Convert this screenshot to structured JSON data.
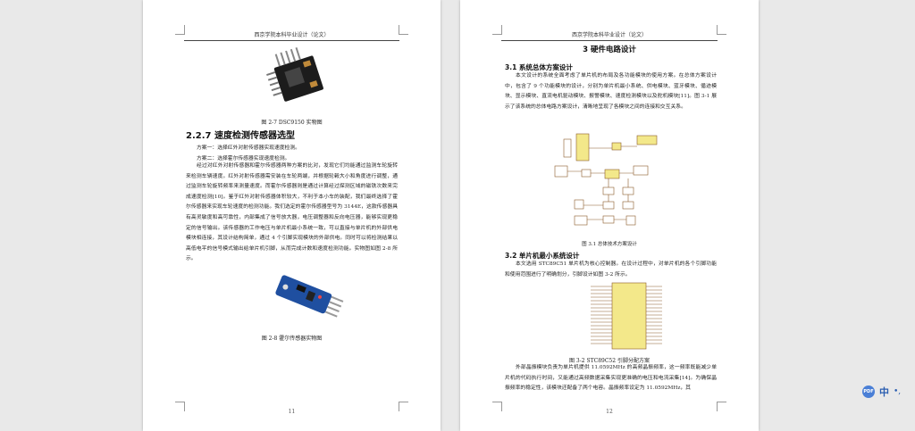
{
  "left_page": {
    "header": "西京学院本科毕业设计（论文）",
    "fig_27_caption": "图 2-7 DSC9150 实物图",
    "section_title": "2.2.7  速度检测传感器选型",
    "option1": "方案一：选择红外对射传感器实现速度检测。",
    "option2": "方案二：选择霍尔传感器实现速度检测。",
    "body_paragraph": "经过对红外对射传感器和霍尔传感器两种方案的比对，发现它们均能通过监测车轮旋转来检测车辆速度。红外对射传感器需安装在车轮两端，并根据轮毂大小和角度进行调整，通过监测车轮旋转频率来测量速度。而霍尔传感器则是通过计算经过探测区域的磁铁次数来完成速度检测[10]。鉴于红外对射传感器体积较大，不利于本小车的装配，我们最终选择了霍尔传感器来实现车轮速度的检测功能。我们选定的霍尔传感器型号为 3144E，这款传感器具有高灵敏度和高可靠性，内部集成了信号放大器，电压调整器和反向电压器，能够实现更稳定的信号输出。该传感器的工作电压与单片机最小系统一致，可以直接与单片机的外部供电模块相连接，其设计结构简单，通过 4 个引脚实现模块的外部供电。同时可以将检测结果以高低电平的信号模式输出给单片机引脚，从而完成计数和速度检测功能。实物图如图 2-8 所示。",
    "fig_28_caption": "图 2-8  霍尔传感器实物图",
    "page_number": "11"
  },
  "right_page": {
    "header": "西京学院本科毕业设计（论文）",
    "chapter_title": "3  硬件电路设计",
    "section_31": "3.1  系统总体方案设计",
    "para_31": "本文设计的系统全面考虑了单片机的布局及各功能模块的使用方案。在总体方案设计中，包含了 9 个功能模块的设计，分别为单片机最小系统、供电模块、蓝牙模块、循迹模块、显示模块、直流电机驱动模块、报警模块、速度检测模块以及舵机模块[11]。图 3-1 展示了该系统的总体电路方案设计，清晰地呈现了各模块之间的连接和交互关系。",
    "fig_31_caption": "图 3.1  总体技术方案设计",
    "section_32": "3.2 单片机最小系统设计",
    "para_32": "本文选用 STC89C51 单片机为核心控制器。在设计过程中，对单片机的各个引脚功能和使用范围进行了明确划分，引脚设计如图 3-2 所示。",
    "fig_32_caption": "图 3-2 STC89C52 引脚分配方案",
    "para_33": "外部晶振模块负责为单片机提供 11.0592MHz 的高频晶振频率，这一频率既能减少单片机的代码执行时间，又能通过高频数据采集实现更准确的电压和电流采集[14]。为确保晶振频率的稳定性，该模块还配备了两个电容。晶振频率设定为 11.0592MHz，其",
    "page_number": "12"
  },
  "floating_toolbar": {
    "icon_label": "PDF",
    "lang_label": "中",
    "dots": "•,"
  },
  "colors": {
    "page_bg": "#ffffff",
    "viewer_bg": "#e9e9e9",
    "schematic_ink": "#8b5a2b",
    "schematic_fill": "#f3e88a"
  }
}
